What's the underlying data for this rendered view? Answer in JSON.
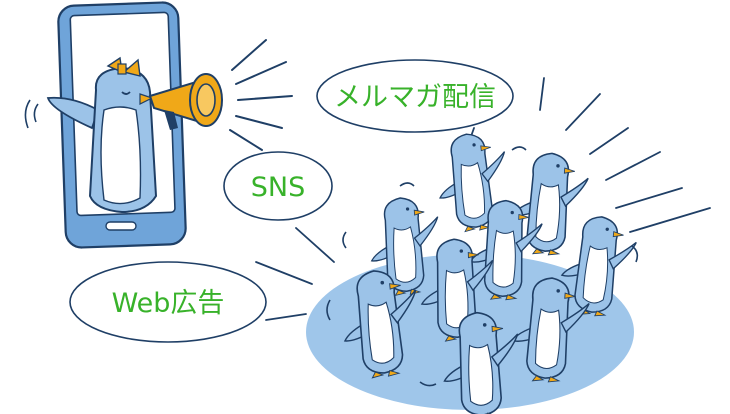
{
  "bubbles": {
    "mailmag": "メルマガ配信",
    "sns": "SNS",
    "webad": "Web広告"
  },
  "colors": {
    "outline": "#1f3f66",
    "penguin_body": "#9cc3e8",
    "penguin_belly": "#ffffff",
    "crowd_shadow": "#9fc6ea",
    "phone_body": "#6fa4d9",
    "megaphone": "#f0a818",
    "beak": "#f0a818",
    "bubble_text": "#38b22a"
  },
  "icons": {
    "device": "smartphone-icon",
    "speaker": "megaphone-icon",
    "crowd": "penguin-crowd-icon"
  }
}
